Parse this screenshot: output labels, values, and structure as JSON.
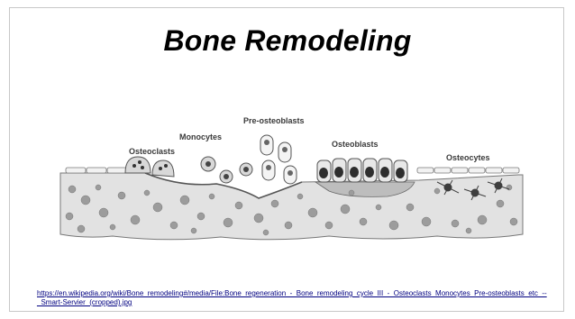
{
  "slide": {
    "title": "Bone Remodeling",
    "source_url": "https://en.wikipedia.org/wiki/Bone_remodeling#/media/File:Bone_regeneration_-_Bone_remodeling_cycle_III_-_Osteoclasts_Monocytes_Pre-osteoblasts_etc_--_Smart-Servier_(cropped).jpg"
  },
  "diagram": {
    "labels": {
      "osteoclasts": "Osteoclasts",
      "monocytes": "Monocytes",
      "pre_osteoblasts": "Pre-osteoblasts",
      "osteoblasts": "Osteoblasts",
      "osteocytes": "Osteocytes"
    }
  },
  "colors": {
    "bone_matrix": "#e4e4e4",
    "bone_cells": "#9a9a9a",
    "cell_nucleus": "#333333",
    "outline": "#555555",
    "link": "#000080"
  }
}
